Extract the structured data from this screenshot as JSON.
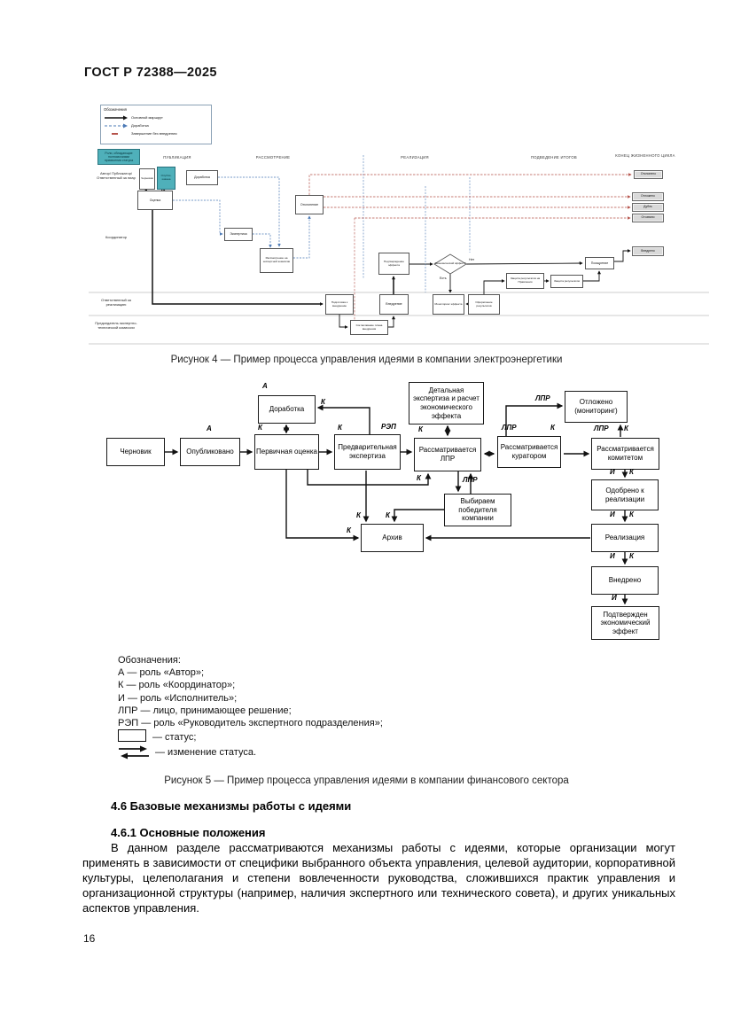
{
  "document": {
    "header": "ГОСТ Р 72388—2025",
    "page_number": "16"
  },
  "fig4": {
    "caption": "Рисунок 4 — Пример процесса управления идеями в компании электроэнергетики",
    "legend": {
      "title": "Обозначения",
      "main_route": "Основной маршрут",
      "rework": "Доработка",
      "no_impl": "Завершение без внедрения"
    },
    "roles_note": "Роли, обладающие полномочиями присвоения статуса",
    "phases": {
      "publication": "ПУБЛИКАЦИЯ",
      "review": "РАССМОТРЕНИЕ",
      "implementation": "РЕАЛИЗАЦИЯ",
      "summary": "ПОДВЕДЕНИЕ ИТОГОВ",
      "end_of_life": "КОНЕЦ ЖИЗНЕННОГО ЦИКЛА"
    },
    "lanes": {
      "author": "Автор/ Публикатор/ Ответственный за пиар",
      "coordinator": "Координатор",
      "impl_resp": "Ответственный за реализацию",
      "chairman": "Председатель экспертно-техни­ческой комиссии"
    },
    "nodes": {
      "draft": "Черновик",
      "published": "Опубли- кована",
      "rework": "Доработка",
      "assessment": "Оценка",
      "rejection": "Отклонение",
      "expertise": "Экспертиза",
      "committee_review": "Рассмотрение на экспертной комиссии",
      "confirmed_effect": "Подтверждение эффекта",
      "econ_effect": "Экономический эффект?",
      "yes": "Есть",
      "no": "Нет",
      "prep": "Подготовка к внедрению",
      "implementation": "Внедрение",
      "plan_approval": "Согласование плана внедрения",
      "monitoring": "Мониторинг эффекта",
      "results": "Оформление результатов",
      "defense_board": "Защита результатов на Правлении",
      "defense2": "Защита результатов",
      "reward": "Поощрение",
      "st_rejected_top": "Отклонено",
      "st_postponed": "Отложено",
      "st_duplicate": "Дубль",
      "st_withdrawn": "Отозвано",
      "st_implemented": "Внедрено"
    }
  },
  "fig5": {
    "caption": "Рисунок 5 — Пример процесса управления идеями в компании финансового сектора",
    "letters": {
      "a": "А",
      "k": "К",
      "i": "И",
      "lpr": "ЛПР",
      "rep": "РЭП"
    },
    "nodes": {
      "draft": "Черновик",
      "published": "Опубликовано",
      "rework": "Доработка",
      "initial_assessment": "Первичная оценка",
      "preliminary_expertise": "Предварительная экспертиза",
      "detailed_expertise": "Детальная экспертиза и расчет экономического эффекта",
      "lpr_review": "Рассматривается ЛПР",
      "curator_review": "Рассматривается куратором",
      "postponed": "Отложено (мониторинг)",
      "committee_review": "Рассматривается комитетом",
      "approved": "Одобрено к реализации",
      "winner": "Выбираем победителя компании",
      "archive": "Архив",
      "realization": "Реализация",
      "implemented": "Внедрено",
      "effect_confirmed": "Подтвержден экономический эффект"
    }
  },
  "legend5": {
    "title": "Обозначения:",
    "lines": [
      "А — роль «Автор»;",
      "К — роль «Координатор»;",
      "И — роль «Исполнитель»;",
      "ЛПР — лицо, принимающее решение;",
      "РЭП — роль «Руководитель экспертного подразделения»;"
    ],
    "status": "— статус;",
    "status_change": "— изменение статуса."
  },
  "section": {
    "h46": "4.6 Базовые механизмы работы с идеями",
    "h461": "4.6.1 Основные положения",
    "paragraph": "В данном разделе рассматриваются механизмы работы с идеями, которые организации могут применять в зависимости от специфики выбранного объекта управления, целевой аудитории, корпоративной культуры, целеполагания и степени вовлеченности руководства, сложившихся практик управления и организационной структуры (например, наличия экспертного или технического совета), и других уникальных аспектов управления."
  }
}
